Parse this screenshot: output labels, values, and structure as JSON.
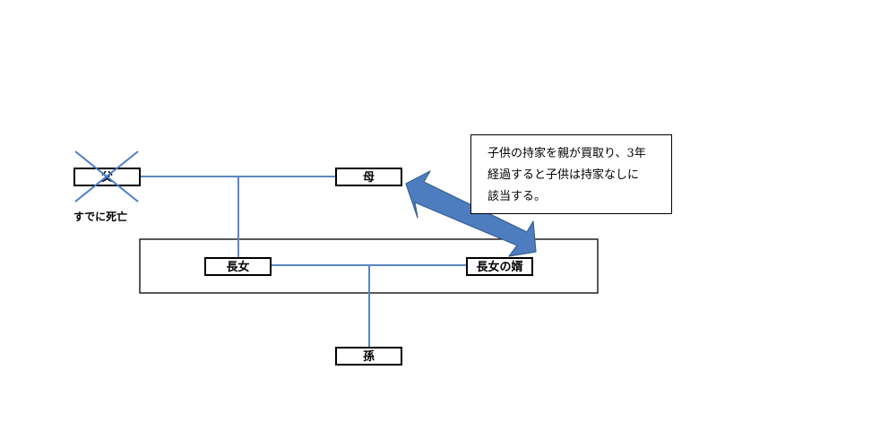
{
  "nodes": {
    "father": "父",
    "mother": "母",
    "eldest_daughter": "長女",
    "son_in_law": "長女の婿",
    "grandchild": "孫"
  },
  "father_note": "すでに死亡",
  "callout": {
    "lines": [
      "子供の持家を親が買取り、3年",
      "経過すると子供は持家なしに",
      "該当する。"
    ]
  },
  "colors": {
    "line": "#5a86c4",
    "arrow": "#4e7dbf",
    "arrow_border": "#36608f",
    "cross": "#4a7fc8",
    "border": "#000000"
  }
}
